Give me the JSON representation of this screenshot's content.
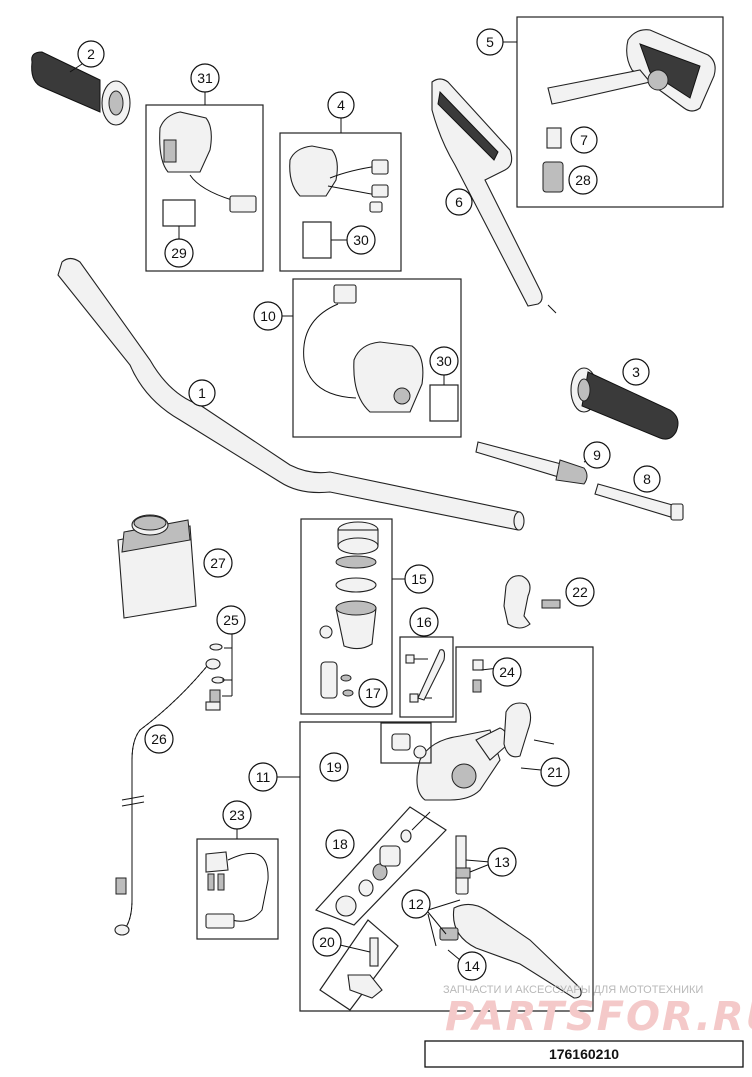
{
  "drawing_code": "176160210",
  "watermark": {
    "subtitle": "ЗАПЧАСТИ И АКСЕССУАРЫ ДЛЯ МОТОТЕХНИКИ",
    "brand": "PARTSFOR.RU"
  },
  "callouts": [
    {
      "id": "1",
      "label": "1"
    },
    {
      "id": "2",
      "label": "2"
    },
    {
      "id": "3",
      "label": "3"
    },
    {
      "id": "4",
      "label": "4"
    },
    {
      "id": "5",
      "label": "5"
    },
    {
      "id": "6",
      "label": "6"
    },
    {
      "id": "7",
      "label": "7"
    },
    {
      "id": "8",
      "label": "8"
    },
    {
      "id": "9",
      "label": "9"
    },
    {
      "id": "10",
      "label": "10"
    },
    {
      "id": "11",
      "label": "11"
    },
    {
      "id": "12",
      "label": "12"
    },
    {
      "id": "13",
      "label": "13"
    },
    {
      "id": "14",
      "label": "14"
    },
    {
      "id": "15",
      "label": "15"
    },
    {
      "id": "16",
      "label": "16"
    },
    {
      "id": "17",
      "label": "17"
    },
    {
      "id": "18",
      "label": "18"
    },
    {
      "id": "19",
      "label": "19"
    },
    {
      "id": "20",
      "label": "20"
    },
    {
      "id": "21",
      "label": "21"
    },
    {
      "id": "22",
      "label": "22"
    },
    {
      "id": "23",
      "label": "23"
    },
    {
      "id": "24",
      "label": "24"
    },
    {
      "id": "25",
      "label": "25"
    },
    {
      "id": "26",
      "label": "26"
    },
    {
      "id": "27",
      "label": "27"
    },
    {
      "id": "28",
      "label": "28"
    },
    {
      "id": "29",
      "label": "29"
    },
    {
      "id": "30a",
      "label": "30"
    },
    {
      "id": "30b",
      "label": "30"
    },
    {
      "id": "31",
      "label": "31"
    }
  ]
}
